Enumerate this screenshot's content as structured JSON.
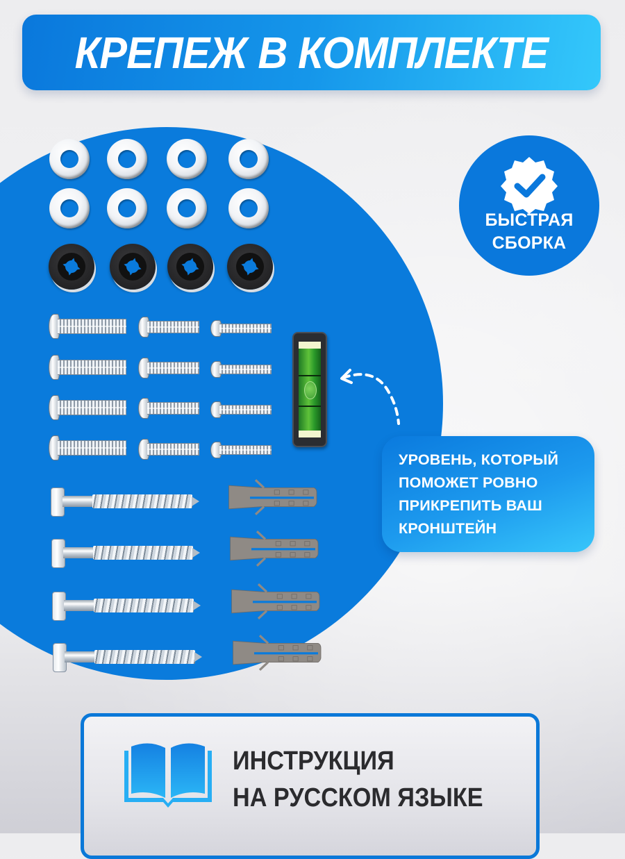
{
  "title_banner": {
    "text": "КРЕПЕЖ В КОМПЛЕКТЕ",
    "gradient_from": "#0a78dc",
    "gradient_to": "#34c8fb"
  },
  "badge": {
    "icon": "verified-check-badge-icon",
    "line1": "БЫСТРАЯ",
    "line2": "СБОРКА",
    "color": "#0a78dc"
  },
  "callout": {
    "lines": [
      "УРОВЕНЬ, КОТОРЫЙ",
      "ПОМОЖЕТ РОВНО",
      "ПРИКРЕПИТЬ ВАШ",
      "КРОНШТЕЙН"
    ],
    "pointer_icon": "dashed-curved-arrow-icon"
  },
  "instruction": {
    "icon": "open-book-icon",
    "line1": "ИНСТРУКЦИЯ",
    "line2": "НА РУССКОМ ЯЗЫКЕ",
    "border_color": "#0a78d8"
  },
  "hardware": {
    "flat_washers": 8,
    "lock_washers": 4,
    "machine_screws_large": 4,
    "machine_screws_medium": 4,
    "machine_screws_small": 4,
    "lag_bolts": 4,
    "wall_anchors": 4,
    "bubble_level": 1
  },
  "colors": {
    "accent_blue": "#0a7bdc",
    "light_blue": "#34c8fb",
    "background": "#eeeef0",
    "text_dark": "#2b2b2e"
  }
}
